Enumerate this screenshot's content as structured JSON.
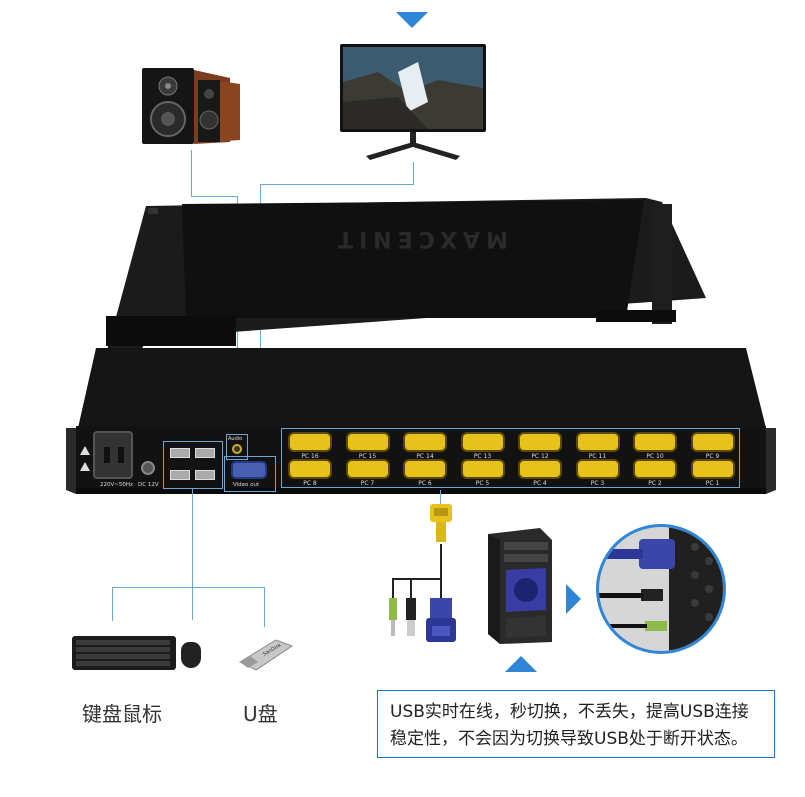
{
  "labels": {
    "keyboard_mouse": "键盘鼠标",
    "usb_disk": "U盘",
    "notice_line1": "USB实时在线，秒切换，不丢失，提高USB连接",
    "notice_line2": "稳定性，不会因为切换导致USB处于断开状态。"
  },
  "panel": {
    "power": "220V~50Hz",
    "dc": "DC 12V",
    "audio": "Audio",
    "video_out": "Video out",
    "brand": "MAXCENIT",
    "ports_top": [
      "PC 16",
      "PC 15",
      "PC 14",
      "PC 13",
      "PC 12",
      "PC 11",
      "PC 10",
      "PC 9"
    ],
    "ports_bottom": [
      "PC 8",
      "PC 7",
      "PC 6",
      "PC 5",
      "PC 4",
      "PC 3",
      "PC 2",
      "PC 1"
    ]
  },
  "colors": {
    "accent": "#2f86d6",
    "line": "#6aa6d6",
    "port": "#e7c21a"
  }
}
